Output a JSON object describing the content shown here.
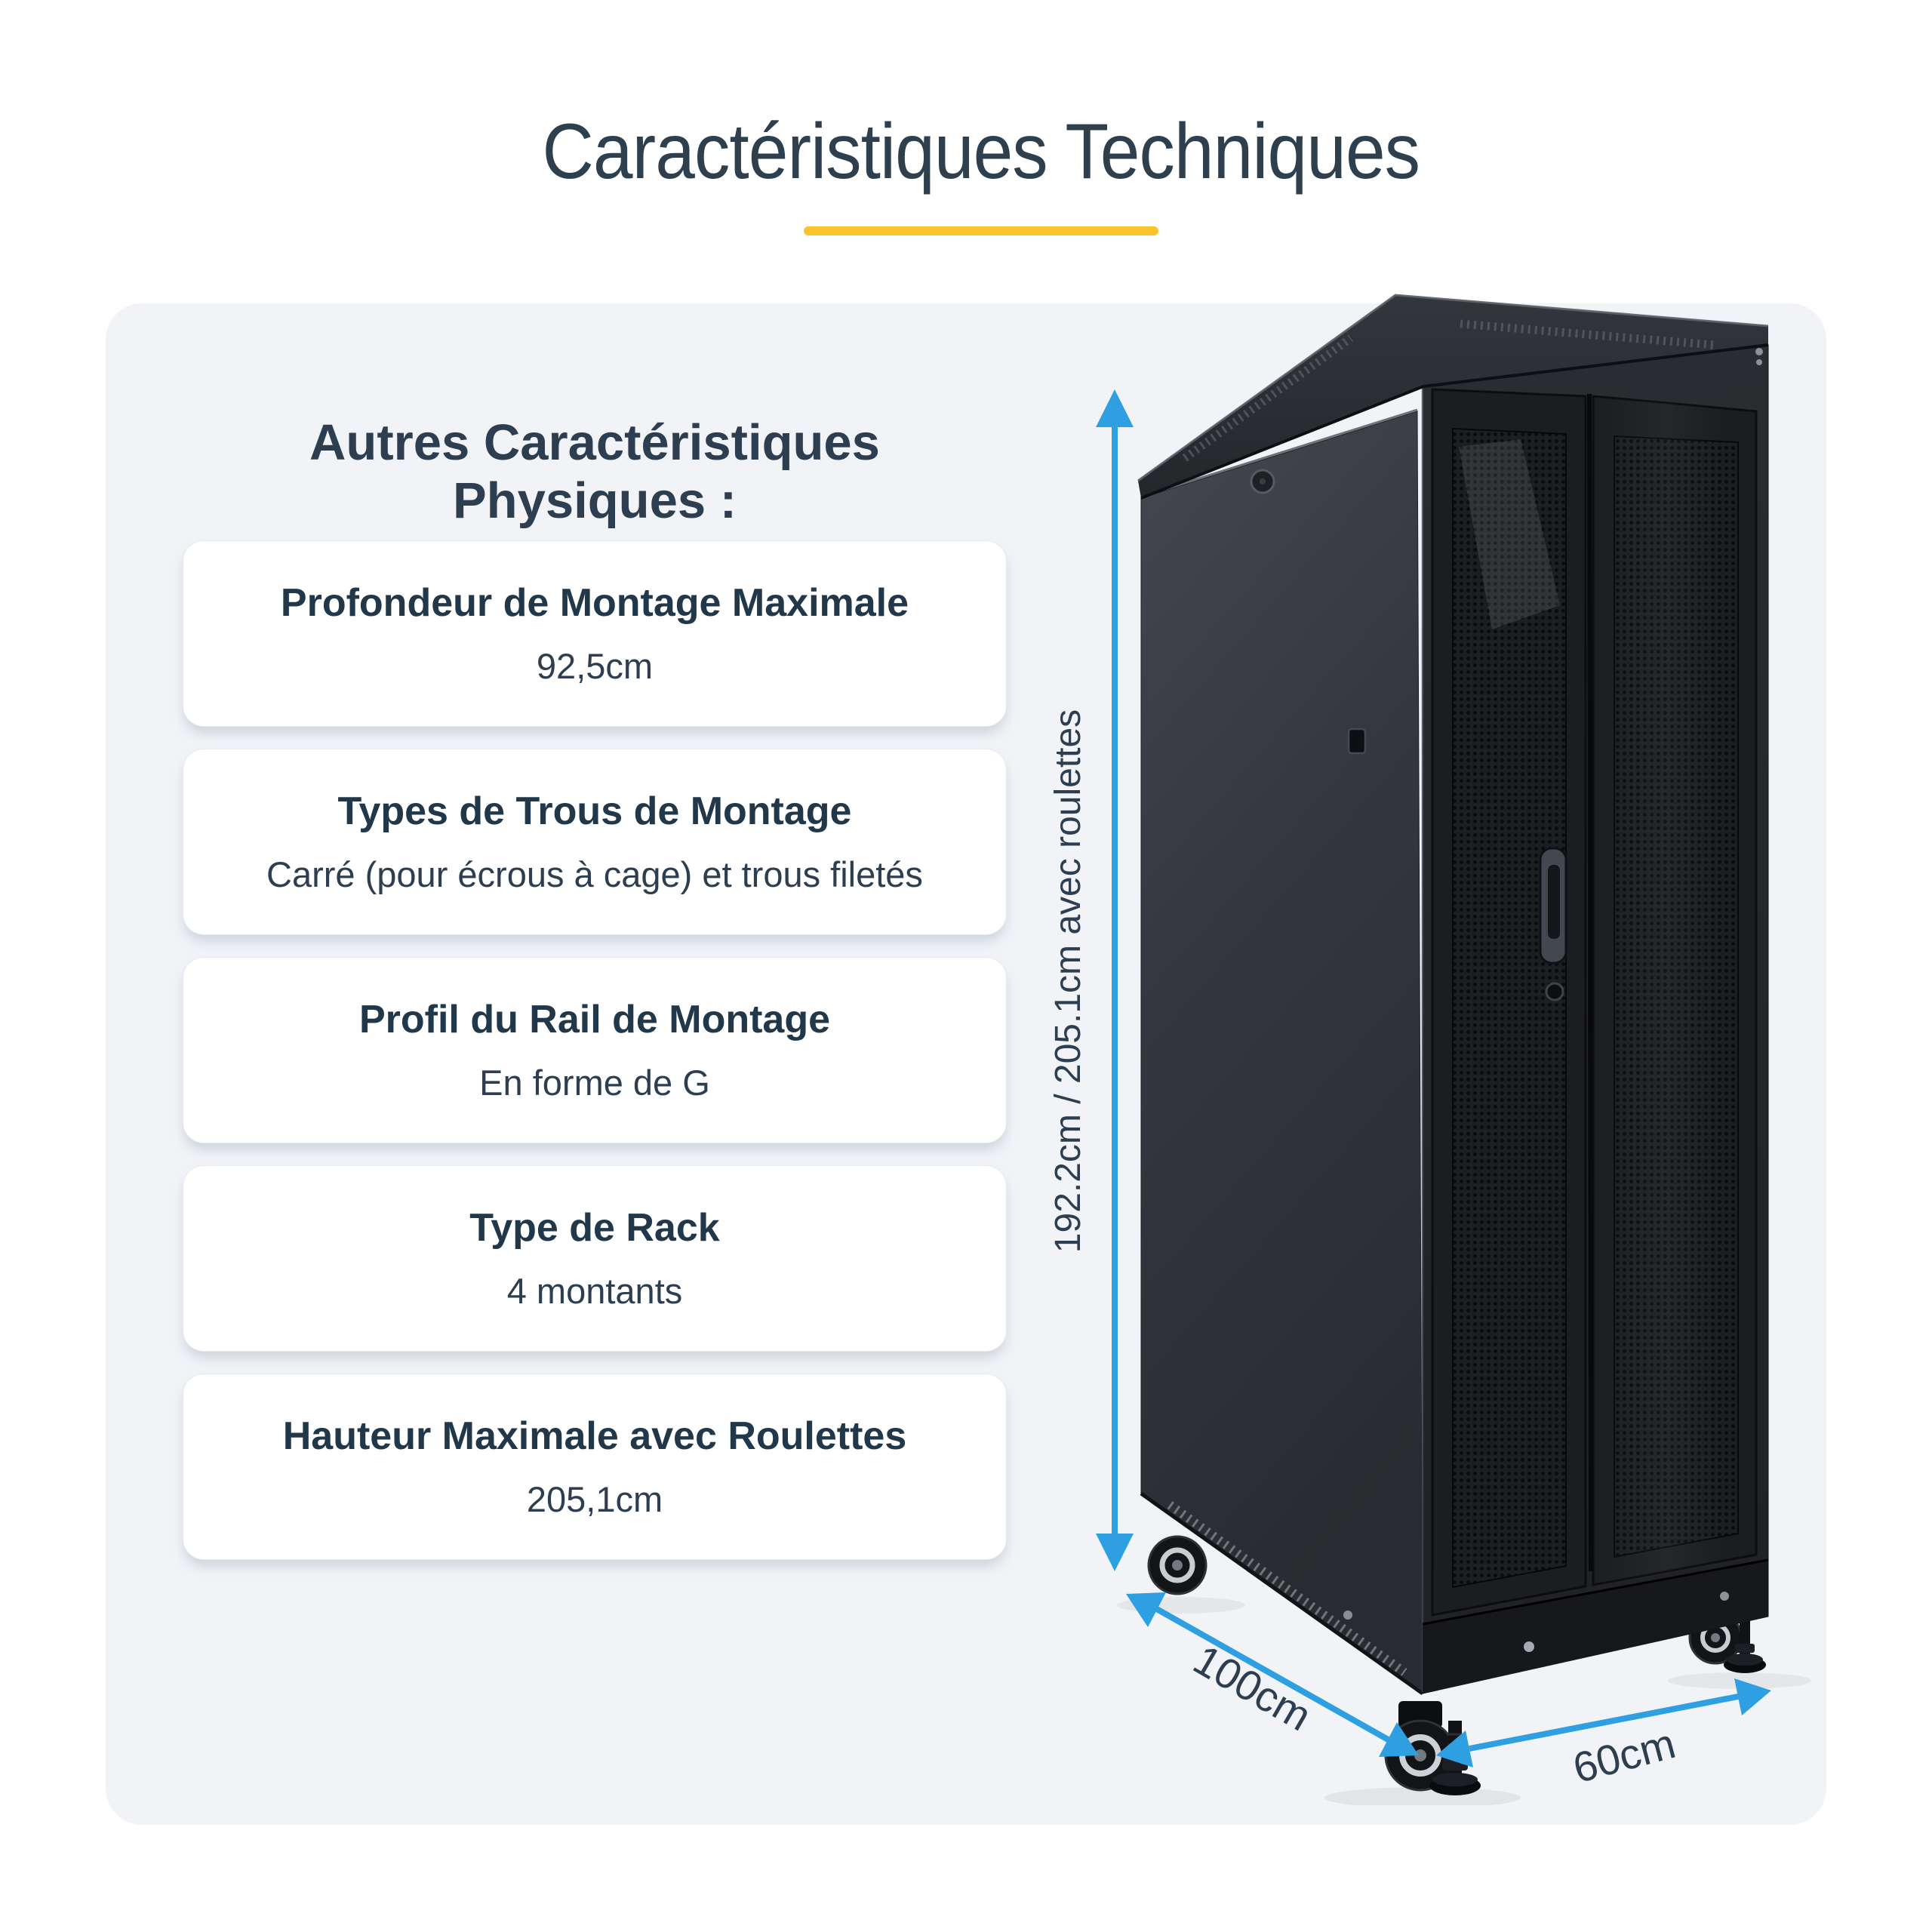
{
  "title": "Caractéristiques Techniques",
  "panel": {
    "heading_line1": "Autres Caractéristiques",
    "heading_line2": "Physiques :",
    "cards": [
      {
        "label": "Profondeur de Montage Maximale",
        "value": "92,5cm"
      },
      {
        "label": "Types de Trous de Montage",
        "value": "Carré (pour écrous à cage) et trous filetés"
      },
      {
        "label": "Profil du Rail de Montage",
        "value": "En forme de G"
      },
      {
        "label": "Type de Rack",
        "value": "4 montants"
      },
      {
        "label": "Hauteur Maximale avec Roulettes",
        "value": "205,1cm"
      }
    ]
  },
  "diagram": {
    "height_label": "192.2cm / 205.1cm avec roulettes",
    "depth_label": "100cm",
    "width_label": "60cm"
  },
  "colors": {
    "ink": "#2C3E50",
    "ink_deep": "#21374A",
    "accent_yellow": "#FBC32C",
    "arrow_blue": "#2E9FE0",
    "panel_bg": "#F1F3F7",
    "card_bg": "#FFFFFF"
  }
}
